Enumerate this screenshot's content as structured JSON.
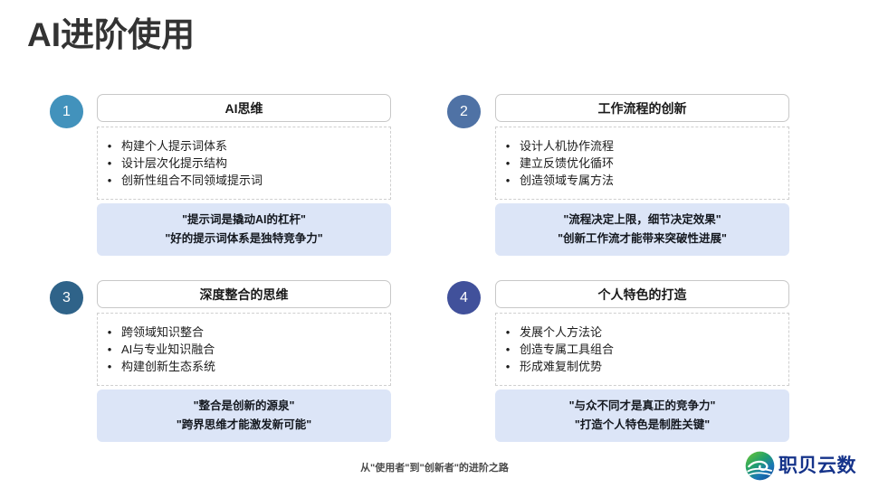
{
  "slide": {
    "title": "AI进阶使用",
    "footer_caption": "从\"使用者\"到\"创新者\"的进阶之路",
    "accent_colors": {
      "quote_background": "#dce5f7",
      "title_color": "#333333",
      "brand_text_color": "#15338a"
    }
  },
  "brand": {
    "name": "职贝云数",
    "mark_icon": "wave-circle-icon",
    "mark_gradient_from": "#3fa23a",
    "mark_gradient_to": "#1b5fa8"
  },
  "cards": [
    {
      "number": "1",
      "badge_color": "#4292bc",
      "title": "AI思维",
      "bullets": [
        "构建个人提示词体系",
        "设计层次化提示结构",
        "创新性组合不同领域提示词"
      ],
      "quotes": [
        "\"提示词是撬动AI的杠杆\"",
        "\"好的提示词体系是独特竞争力\""
      ]
    },
    {
      "number": "2",
      "badge_color": "#4f72a5",
      "title": "工作流程的创新",
      "bullets": [
        "设计人机协作流程",
        "建立反馈优化循环",
        " 创造领域专属方法"
      ],
      "quotes": [
        "\"流程决定上限，细节决定效果\"",
        "\"创新工作流才能带来突破性进展\""
      ]
    },
    {
      "number": "3",
      "badge_color": "#2f6389",
      "title": "深度整合的思维",
      "bullets": [
        "跨领域知识整合",
        "AI与专业知识融合",
        "构建创新生态系统"
      ],
      "quotes": [
        "\"整合是创新的源泉\"",
        "\"跨界思维才能激发新可能\""
      ]
    },
    {
      "number": "4",
      "badge_color": "#41519b",
      "title": "个人特色的打造",
      "bullets": [
        "发展个人方法论",
        "创造专属工具组合",
        "形成难复制优势"
      ],
      "quotes": [
        "\"与众不同才是真正的竞争力\"",
        "\"打造个人特色是制胜关键\""
      ]
    }
  ],
  "bullet_glyph": "•"
}
